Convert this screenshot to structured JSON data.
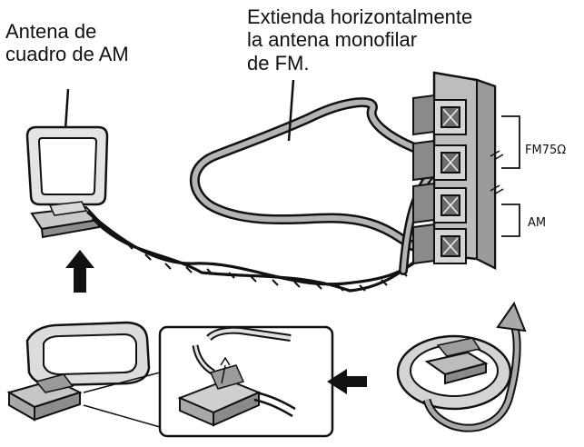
{
  "am_loop_label": {
    "line1": "Antena de",
    "line2": "cuadro de AM"
  },
  "fm_wire_label": {
    "line1": "Extienda horizontalmente",
    "line2": "la antena monofilar",
    "line3": "de FM."
  },
  "terminals": {
    "fm": "FM75Ω",
    "am": "AM"
  },
  "icons": [
    "am-loop-antenna",
    "fm-wire-antenna",
    "antenna-terminal-block",
    "up-arrow",
    "left-arrow",
    "rotate-arrow"
  ],
  "colors": {
    "ink": "#111111",
    "fill_light": "#dcdcdc",
    "fill_mid": "#a9a9a9",
    "fill_dark": "#7a7a7a"
  }
}
